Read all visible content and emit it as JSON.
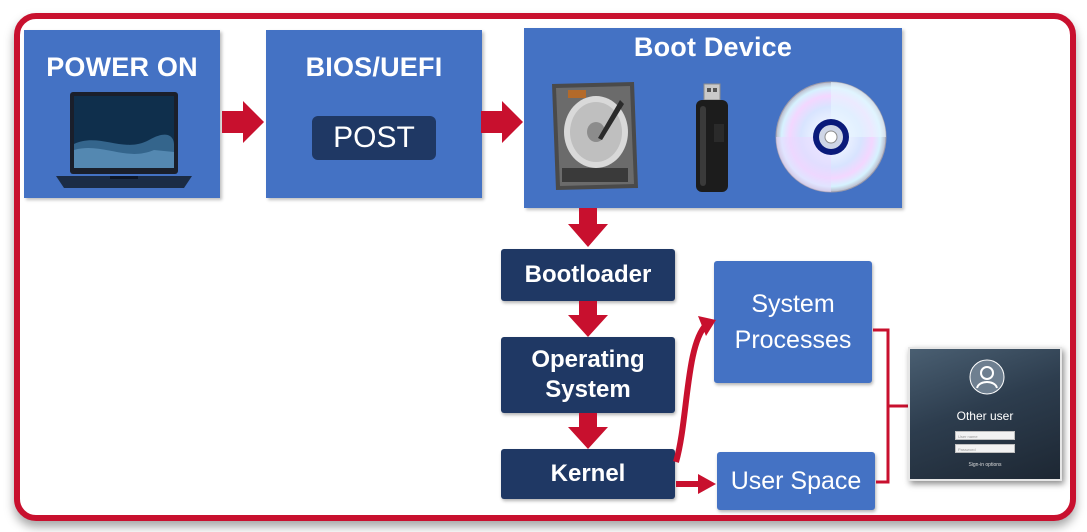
{
  "steps": {
    "power_on": {
      "label": "POWER ON"
    },
    "bios": {
      "label": "BIOS/UEFI",
      "post_label": "POST"
    },
    "boot_device": {
      "label": "Boot Device"
    },
    "bootloader": {
      "label": "Bootloader"
    },
    "os": {
      "line1": "Operating",
      "line2": "System"
    },
    "kernel": {
      "label": "Kernel"
    },
    "system_processes": {
      "line1": "System",
      "line2": "Processes"
    },
    "user_space": {
      "label": "User Space"
    }
  },
  "login_screen": {
    "user_label": "Other user",
    "username_placeholder": "User name",
    "password_placeholder": "Password",
    "signin_options": "Sign-in options"
  },
  "colors": {
    "frame": "#c8102e",
    "arrow": "#c8102e",
    "box_blue": "#4472c4",
    "box_navy": "#1f3864"
  }
}
